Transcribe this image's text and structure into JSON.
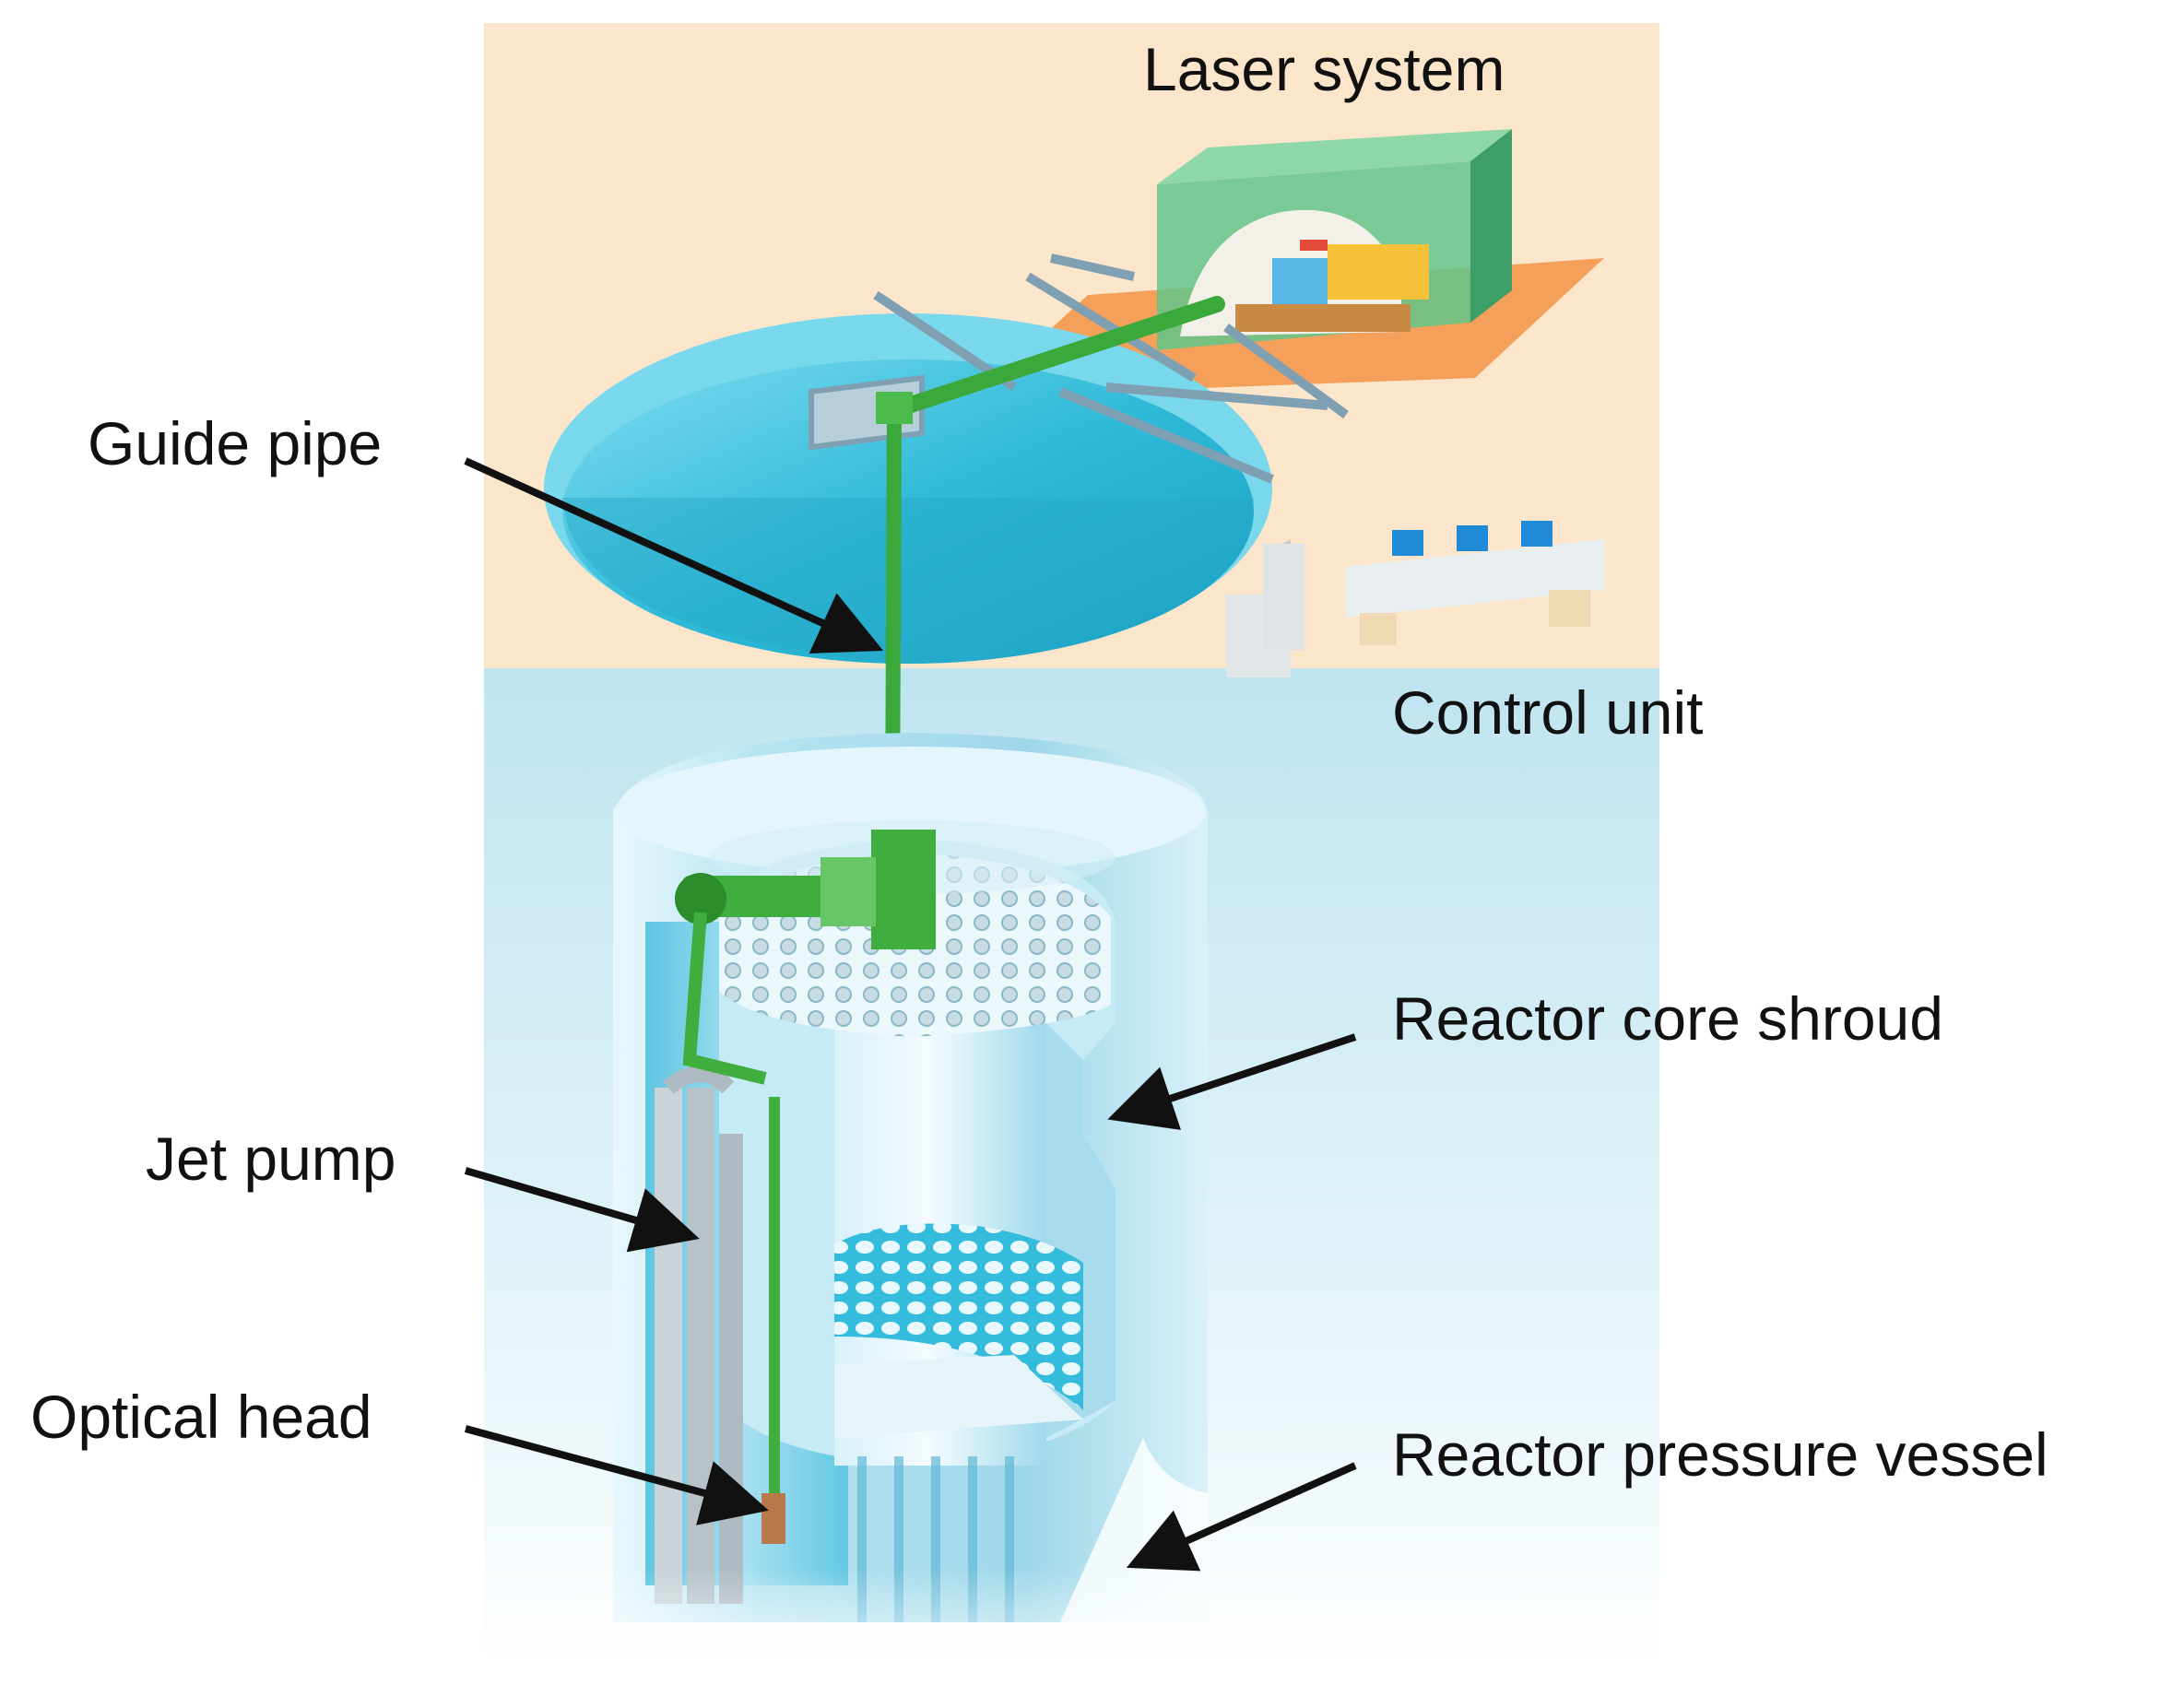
{
  "labels": {
    "laser_system": "Laser system",
    "guide_pipe": "Guide pipe",
    "control_unit": "Control unit",
    "reactor_core_shroud": "Reactor core shroud",
    "jet_pump": "Jet pump",
    "optical_head": "Optical head",
    "reactor_pressure_vessel": "Reactor pressure vessel"
  },
  "colors": {
    "upper_background": "#fbe6cc",
    "lower_background": "#cfeaf2",
    "pool_water": "#3fc6e0",
    "vessel_wall": "#a9def0",
    "guide_pipe": "#3fae3f",
    "laser_enclosure": "#4fb873",
    "orange_platform": "#f5a05a",
    "arrow": "#111111"
  },
  "icons": [
    "laser-system-enclosure",
    "refueling-pool",
    "bridge-crane",
    "guide-pipe",
    "control-console",
    "reactor-pressure-vessel",
    "core-shroud",
    "top-guide-grid",
    "core-plate",
    "jet-pump",
    "optical-head"
  ]
}
